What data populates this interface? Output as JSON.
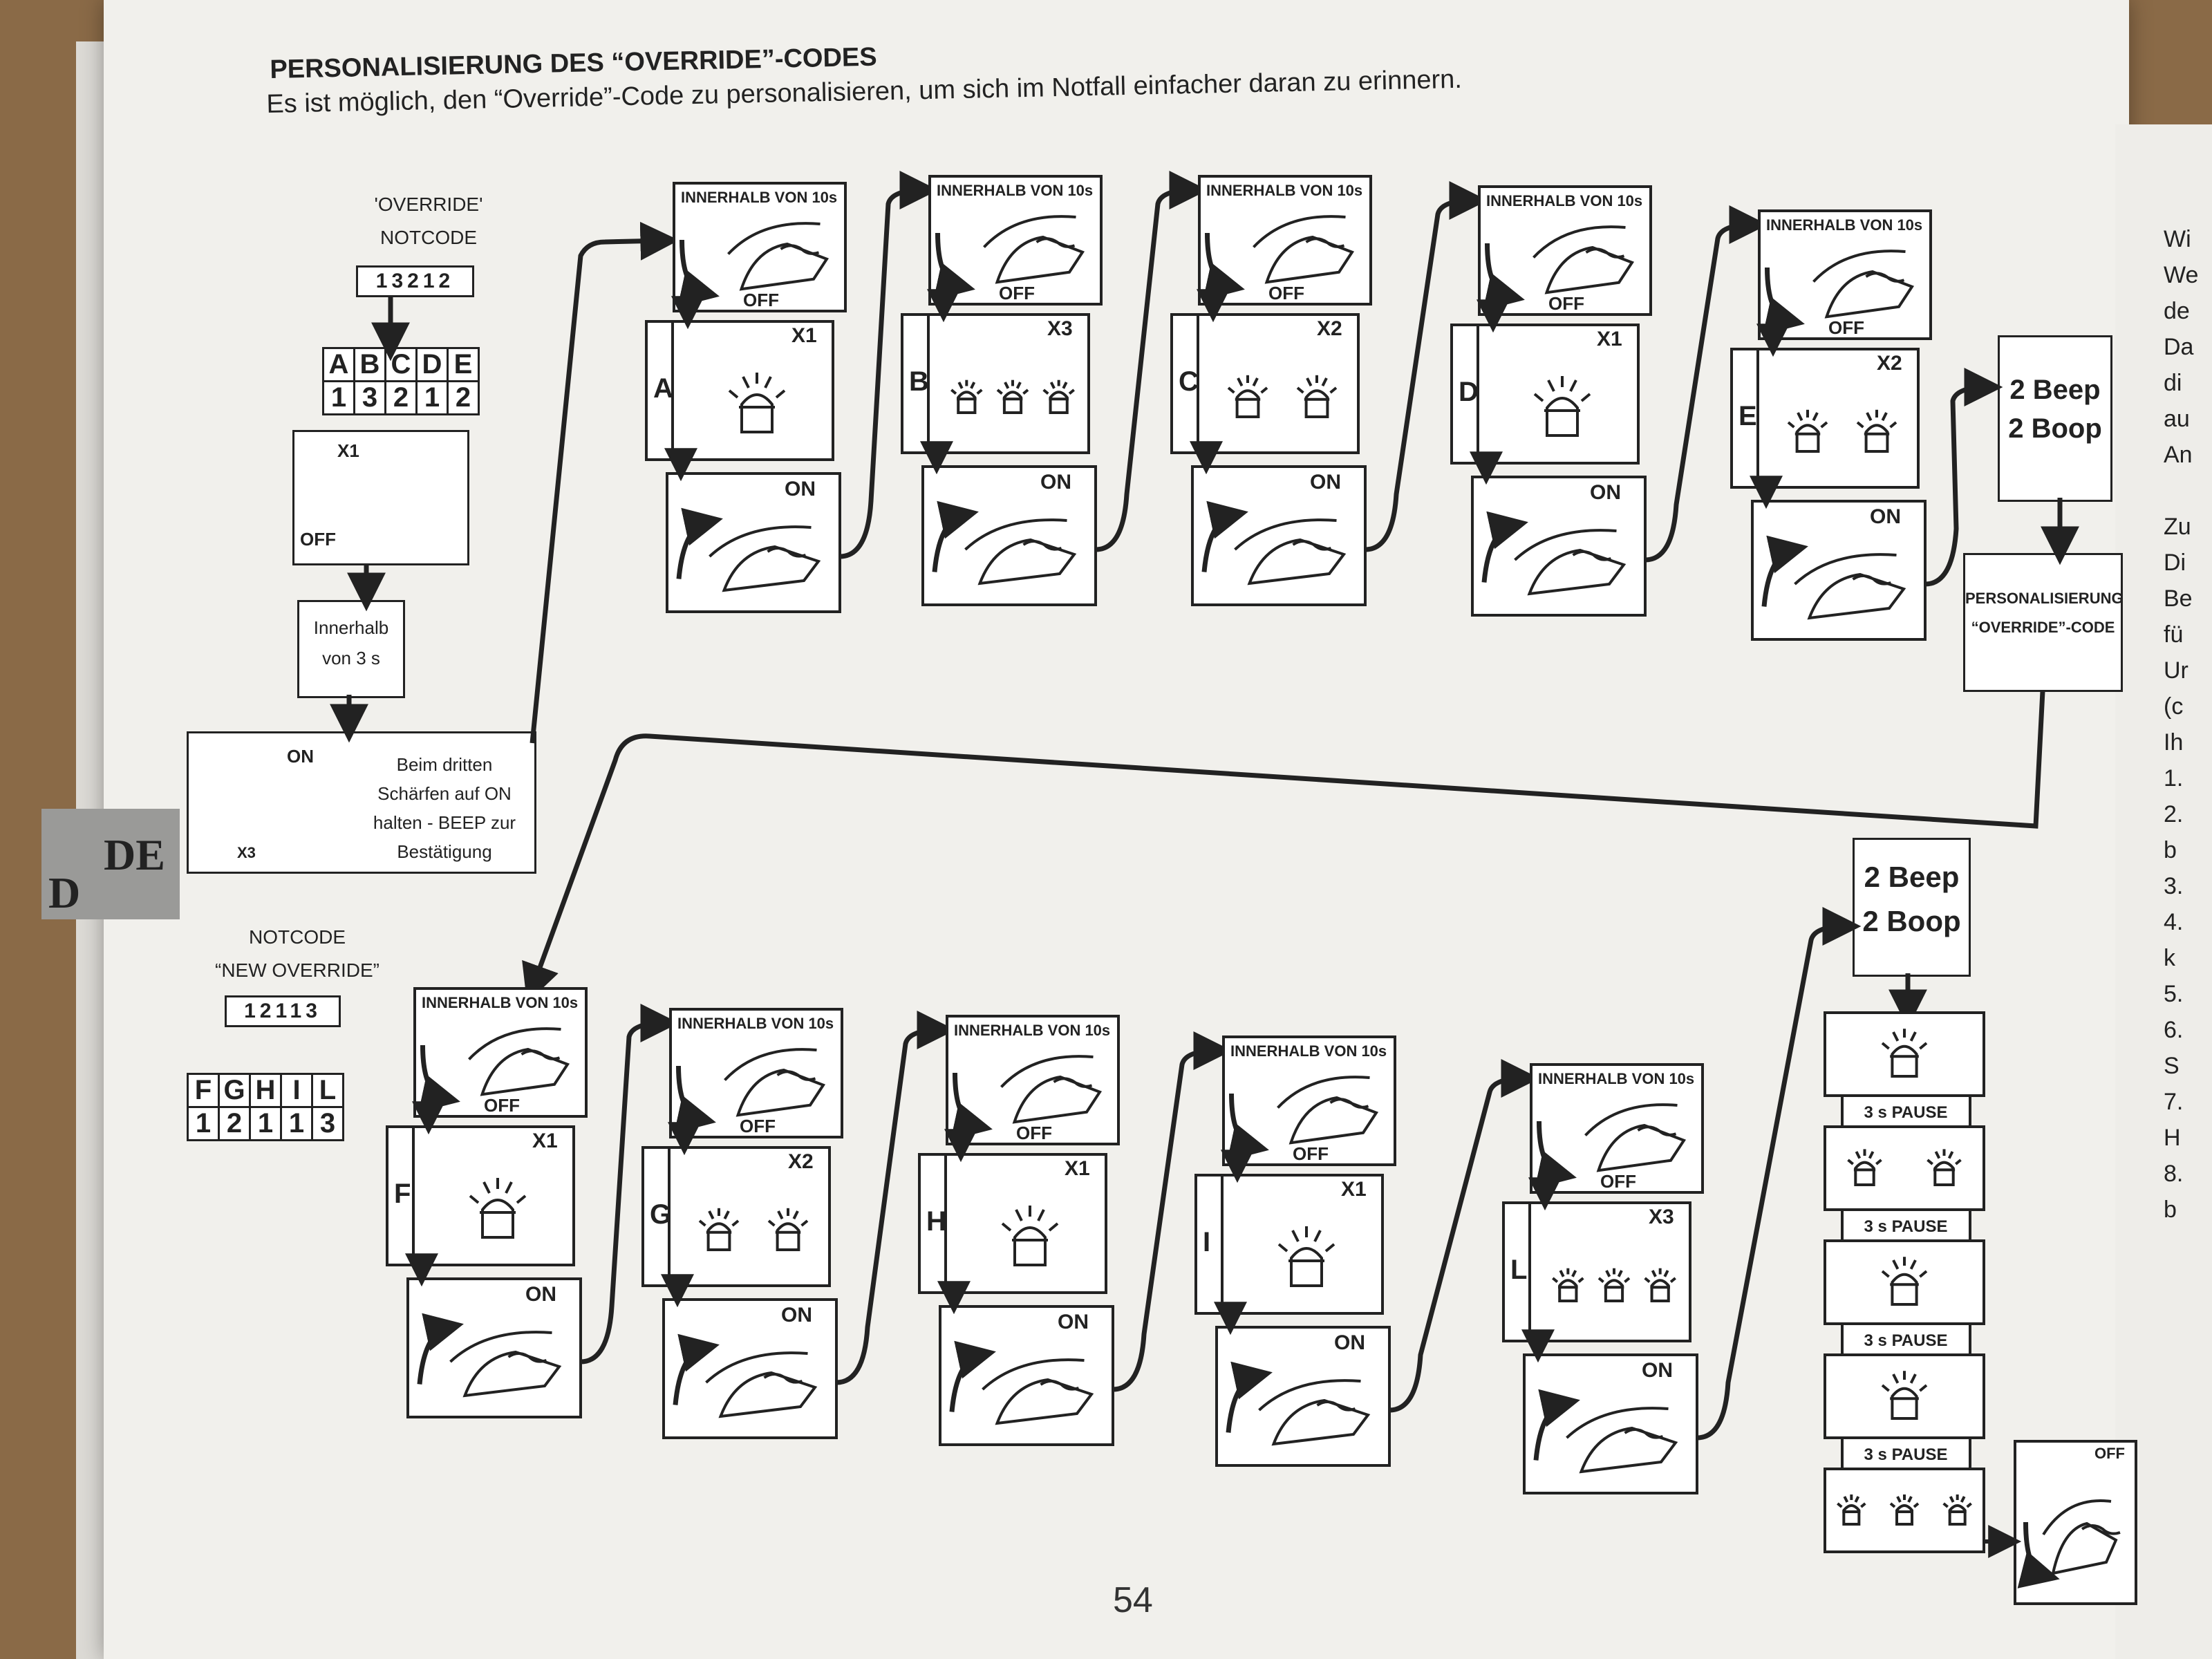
{
  "header": {
    "title": "PERSONALISIERUNG DES “OVERRIDE”-CODES",
    "subtitle": "Es ist möglich, den “Override”-Code zu personalisieren, um sich im Notfall einfacher daran zu erinnern."
  },
  "lang_tab": {
    "primary": "DE",
    "secondary": "D"
  },
  "override": {
    "label_line1": "'OVERRIDE'",
    "label_line2": "NOTCODE",
    "code": "13212",
    "letters": [
      "A",
      "B",
      "C",
      "D",
      "E"
    ],
    "digits": [
      "1",
      "3",
      "2",
      "1",
      "2"
    ],
    "x1": "X1",
    "off": "OFF",
    "within_line1": "Innerhalb",
    "within_line2": "von 3 s",
    "on": "ON",
    "x3": "X3",
    "confirm_lines": [
      "Beim dritten",
      "Schärfen auf ON",
      "halten - BEEP zur",
      "Bestätigung"
    ]
  },
  "new_override": {
    "label_line1": "NOTCODE",
    "label_line2": "“NEW OVERRIDE”",
    "code": "12113",
    "letters": [
      "F",
      "G",
      "H",
      "I",
      "L"
    ],
    "digits": [
      "1",
      "2",
      "1",
      "1",
      "3"
    ]
  },
  "common": {
    "within_10s": "INNERHALB VON 10s",
    "off": "OFF",
    "on": "ON"
  },
  "top_steps": [
    {
      "letter": "A",
      "count": "X1",
      "lights": 1
    },
    {
      "letter": "B",
      "count": "X3",
      "lights": 3
    },
    {
      "letter": "C",
      "count": "X2",
      "lights": 2
    },
    {
      "letter": "D",
      "count": "X1",
      "lights": 1
    },
    {
      "letter": "E",
      "count": "X2",
      "lights": 2
    }
  ],
  "bottom_steps": [
    {
      "letter": "F",
      "count": "X1",
      "lights": 1
    },
    {
      "letter": "G",
      "count": "X2",
      "lights": 2
    },
    {
      "letter": "H",
      "count": "X1",
      "lights": 1
    },
    {
      "letter": "I",
      "count": "X1",
      "lights": 1
    },
    {
      "letter": "L",
      "count": "X3",
      "lights": 3
    }
  ],
  "beep_box": {
    "line1": "2 Beep",
    "line2": "2 Boop"
  },
  "personalisation_box": {
    "line1": "PERSONALISIERUNG",
    "line2": "“OVERRIDE”-CODE"
  },
  "pause_label": "3 s PAUSE",
  "pause_sequence_lights": [
    1,
    2,
    1,
    1,
    3
  ],
  "side_text": [
    "Wi",
    "We",
    "de",
    "Da",
    "di",
    "au",
    "An",
    "",
    "Zu",
    "Di",
    "Be",
    "fü",
    "Ur",
    "(c",
    "Ih",
    "1.",
    "2.",
    "b",
    "3.",
    "4.",
    "k",
    "5.",
    "6.",
    "S",
    "7.",
    "H",
    "8.",
    "b"
  ],
  "page_number": "54",
  "colors": {
    "ink": "#222222",
    "paper": "#f1f0ec",
    "wood": "#8a6a47",
    "tab": "#9a9a98"
  }
}
